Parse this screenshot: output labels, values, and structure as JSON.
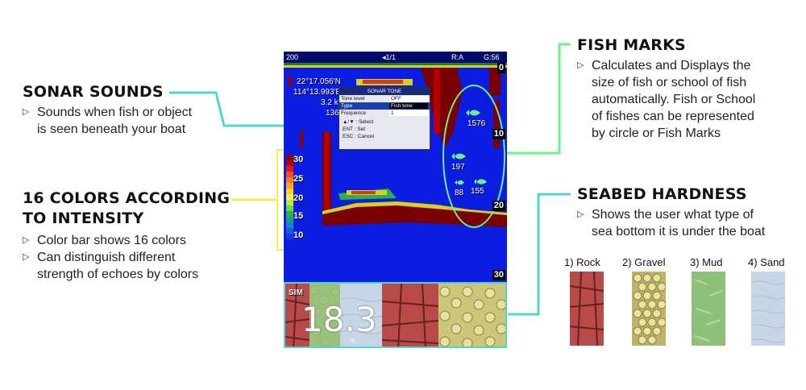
{
  "sonar_sounds": {
    "heading": "SONAR SOUNDS",
    "bullets": [
      "Sounds when fish or object",
      "is seen beneath your boat"
    ]
  },
  "colors": {
    "heading_line1": "16 COLORS ACCORDING",
    "heading_line2": "TO INTENSITY",
    "bullet1": "Color bar shows 16 colors",
    "bullet2_line1": "Can distinguish different",
    "bullet2_line2": "strength of echoes by colors"
  },
  "fish_marks": {
    "heading": "FISH MARKS",
    "lines": [
      "Calculates and Displays the",
      "size of fish or school of fish",
      "automatically. Fish or School",
      "of fishes can be represented",
      "by circle or Fish Marks"
    ]
  },
  "seabed": {
    "heading": "SEABED HARDNESS",
    "lines": [
      "Shows the user what type of",
      "sea bottom it is under the boat"
    ],
    "samples": [
      "1) Rock",
      "2) Gravel",
      "3) Mud",
      "4) Sand"
    ]
  },
  "screen": {
    "range": "200",
    "page": "◂1/1",
    "mode": "R:A",
    "gain": "G:56",
    "lat": "22°17.056'N",
    "lon": "114°13.993'E",
    "speed_partial": "3.2 k",
    "heading_partial": "136",
    "depth_ticks": [
      "0",
      "10",
      "20",
      "30"
    ],
    "color_scale": [
      "30",
      "25",
      "20",
      "15",
      "10"
    ],
    "fish_values": [
      "1576",
      "197",
      "88",
      "155"
    ],
    "depth_reading": "18.3",
    "depth_unit": "m",
    "sim_label": "SIM"
  },
  "popup": {
    "title": "SONAR TONE",
    "rows": [
      {
        "label": "Tone level",
        "value": "OFF"
      },
      {
        "label": "Type",
        "value": "Fish tone"
      },
      {
        "label": "Frequence",
        "value": "1"
      }
    ],
    "help": [
      "▲/▼  : Select",
      "ENT  : Set",
      "ESC  : Cancel"
    ]
  },
  "colors_ui": {
    "callout_line": "#4fd6d0",
    "highlight_yellow": "#f2f24a",
    "fish_green": "#6cf08a",
    "sea_blue": "#0b1de0",
    "echo_red": "#8b0000"
  }
}
